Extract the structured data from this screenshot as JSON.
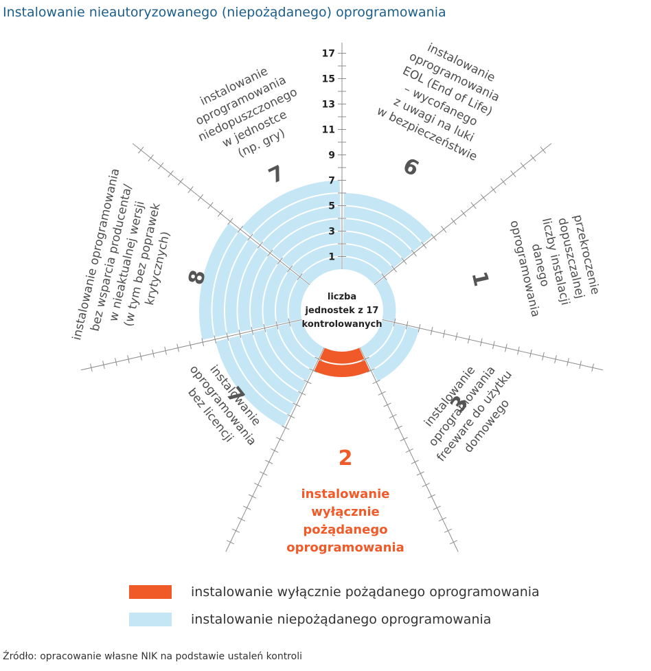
{
  "chart_data": {
    "type": "radial-bar",
    "title": "Instalowanie nieautoryzowanego (niepożądanego) oprogramowania",
    "center_label": [
      "liczba",
      "jednostek z 17",
      "kontrolowanych"
    ],
    "ticks": [
      "1",
      "3",
      "5",
      "7",
      "9",
      "11",
      "13",
      "15",
      "17"
    ],
    "rmax": 17,
    "categories": [
      {
        "value": 6,
        "value_label": "6",
        "lines": [
          "instalowanie",
          "oprogramowania",
          "EOL (End of Life)",
          "– wycofanego",
          "z uwagi na luki",
          "w bezpieczeństwie"
        ],
        "highlight": false
      },
      {
        "value": 1,
        "value_label": "1",
        "lines": [
          "przekroczenie",
          "dopuszczalnej",
          "liczby instalacji",
          "danego",
          "oprogramowania"
        ],
        "highlight": false
      },
      {
        "value": 3,
        "value_label": "3",
        "lines": [
          "instalowanie",
          "oprogramowania",
          "freeware do użytku",
          "domowego"
        ],
        "highlight": false
      },
      {
        "value": 2,
        "value_label": "2",
        "lines": [
          "instalowanie",
          "wyłącznie",
          "pożądanego",
          "oprogramowania"
        ],
        "highlight": true
      },
      {
        "value": 7,
        "value_label": "7",
        "lines": [
          "instalowanie",
          "oprogramowania",
          "bez licencji"
        ],
        "highlight": false
      },
      {
        "value": 8,
        "value_label": "8",
        "lines": [
          "instalowanie oprogramowania",
          "bez wsparcia producenta/",
          "w nieaktualnej wersji",
          "(w tym bez poprawek",
          "krytycznych)"
        ],
        "highlight": false
      },
      {
        "value": 7,
        "value_label": "7",
        "lines": [
          "instalowanie",
          "oprogramowania",
          "niedopuszczonego",
          "w jednostce",
          "(np. gry)"
        ],
        "highlight": false
      }
    ],
    "legend": [
      {
        "label": "instalowanie wyłącznie pożądanego oprogramowania",
        "color": "#f05a28"
      },
      {
        "label": "instalowanie niepożądanego oprogramowania",
        "color": "#c5e6f5"
      }
    ],
    "legend_placement": "bottom",
    "colors": {
      "undesired": "#c5e6f5",
      "desired": "#f05a28",
      "title": "#1b5e8c",
      "text": "#4d4d4d",
      "axis": "#8c8c8c"
    }
  },
  "source": "Źródło: opracowanie własne NIK na podstawie ustaleń kontroli"
}
